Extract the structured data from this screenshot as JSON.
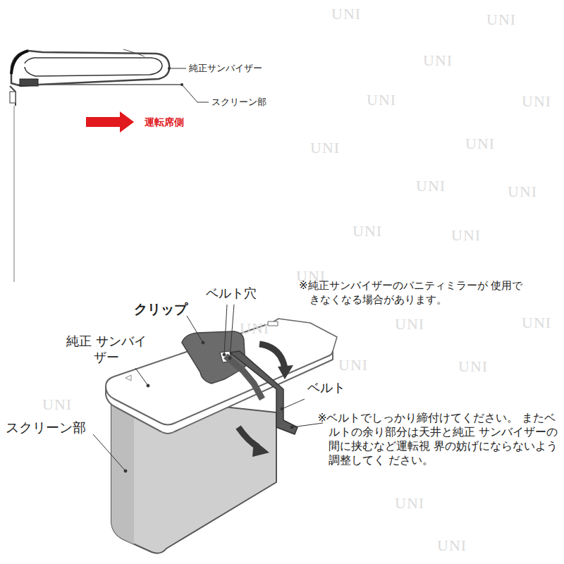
{
  "diagram": {
    "labels": [
      "純正サンバイザー",
      "スクリーン部",
      "運転席側",
      "ベルト穴",
      "クリップ",
      "純正 サンバイザー",
      "ベルト",
      "スクリーン部",
      "※純正サンバイザーのバニティミラーが 使用できなくなる場合があります。",
      "※ベルトでしっかり締付けてください。 またベルトの余り部分は天井と純正 サンバイザーの間に挟むなど運転視 界の妨げにならないよう調整してく ださい。",
      "UNI",
      "UNI",
      "UNI",
      "UNI",
      "UNI",
      "UNI",
      "UNI",
      "UNI",
      "UNI",
      "UNI",
      "UNI",
      "UNI",
      "UNI",
      "UNI",
      "UNI",
      "UNI",
      "UNI",
      "UNI",
      "UNI",
      "UNI"
    ]
  }
}
